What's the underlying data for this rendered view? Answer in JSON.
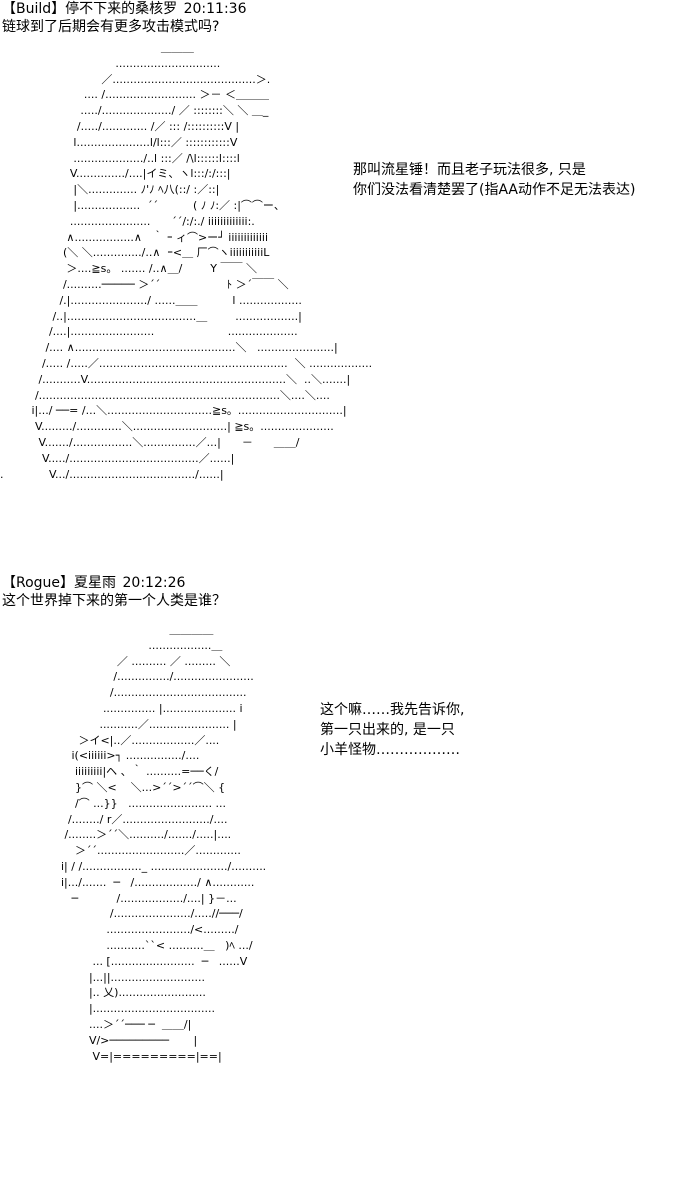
{
  "posts": [
    {
      "role": "Build",
      "author": "停不下来的桑核罗",
      "time": "20:11:36",
      "question": "链球到了后期会有更多攻击模式吗?",
      "speech": [
        "那叫流星锤！而且老子玩法很多, 只是",
        "你们没法看清楚罢了(指AA动作不足无法表达)"
      ],
      "art": "                                              ＿＿＿\n                                 ..............................\n                             ／.........................................＞.\n                        .... /.......................... ＞－ ＜＿＿＿\n                       ...../..................../ ／ ::::::::＼ ＼ ＿_\n                      /...../............. /／ ::: /::::::::::V |\n                     l.....................l/l:::／ ::::::::::::V\n                     ..................../..l :::／ /\\l::::::l::::l\n                    V............../....|イミ、ヽl:::/:/:::|\n                     |＼.............. ﾉ'ﾉ ﾍ八(::/ :／::|\n                     |..................  ´´          ( ﾉ ﾉ:／ :|⌒⌒ー、\n                    .......................      ´´/:/:./ iiiiiiiiiiiii:.\n                   ∧.................∧   ｀ ｰ ィ⌒>ー┘ iiiiiiiiiiiii\n                  (＼ ＼............../..∧  ｰ<＿ 厂⌒ヽiiiiiiiiiiiL\n                   ＞....≧s。 ....... /..∧＿/        Y ￣￣ ＼\n                  /..........───── ＞´´                   ﾄ ＞´￣￣ ＼\n                 /.|....................../ ......＿＿          l ..................\n               /..|.....................................＿        ..................|\n              /....|........................                     ....................\n             /.... ∧..............................................＼   ......................|\n            /..... /.....／......................................................  ＼ ..................\n           /...........V.........................................................＼  ..＼.......|\n          /.....................................................................＼....＼....\n         i|.../ ──= /...＼..............................≧s。..............................|\n          V........./.............＼...........................| ≧s。.....................\n           V......./.................＼...............／...|      －      ＿＿/\n            V...../.....................................／......|\n.             V.../..................................../......|"
    },
    {
      "role": "Rogue",
      "author": "夏星雨",
      "time": "20:12:26",
      "question": "这个世界掉下来的第一个人类是谁？",
      "speech": [
        "这个嘛……我先告诉你,",
        "第一只出来的, 是一只",
        "小羊怪物………………"
      ],
      "art": "                                     ＿＿＿＿\n                               ..................＿\n                      ／ .......... ／ ......... ＼\n                     /.............../.......................\n                    /......................................\n                  ............... |..................... i\n                 ...........／....................... |\n           ＞イ<|..／..................／....\n         i(<iiiiii>┐ ................/....\n          iiiiiiiii|ヘ 、｀ ..........=──く/\n          }⌒ ＼<    ＼...>´´>´´⌒＼ {\n          /⌒ ...}}   ........................ ...\n        /......../ r／........................./....\n       /........＞´´＼........../......./.....|....\n          ＞´´.........................／.............\n      i| / /................._ ....................../..........\n      i|.../.......  ─   /................../ ∧............\n         ─           /................../....| }－...\n                    /....................../.....//───/\n                   ......................../<........./\n                   ...........``< ..........＿   )ﾍ .../\n               ... [........................  ─   ......V\n              |...||...........................\n              |.. 乂).........................\n              |...................................\n              ....＞´´─── ─  ＿＿/|\n              V/>─────────       |\n               V=|=========|==|"
    }
  ]
}
